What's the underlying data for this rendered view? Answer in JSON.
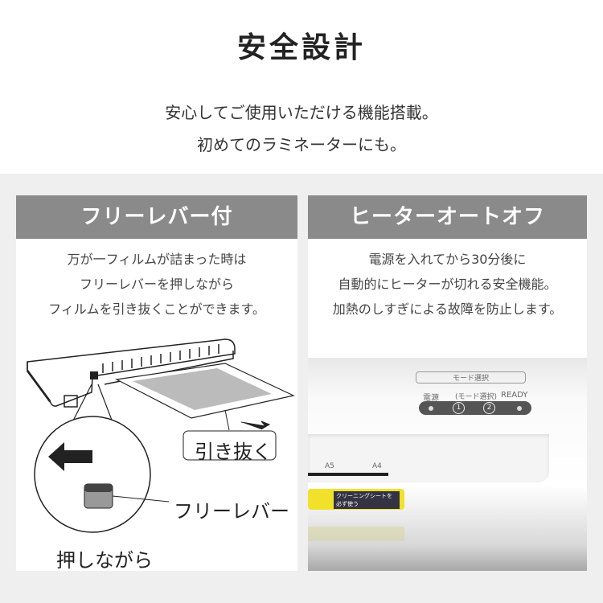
{
  "title": "安全設計",
  "subtitle": [
    "安心してご使用いただける機能搭載。",
    "初めてのラミネーターにも。"
  ],
  "cards": [
    {
      "header": "フリーレバー付",
      "lines": [
        "万が一フィルムが詰まった時は",
        "フリーレバーを押しながら",
        "フィルムを引き抜くことができます。"
      ],
      "illustration": {
        "pull_label": "引き抜く",
        "lever_label": "フリーレバー",
        "press_label": "押しながら"
      }
    },
    {
      "header": "ヒーターオートオフ",
      "lines": [
        "電源を入れてから30分後に",
        "自動的にヒーターが切れる安全機能。",
        "加熱のしすぎによる故障を防止します。"
      ],
      "photo": {
        "mode_box": "モード選択",
        "power": "電源",
        "mode_select": "(モード選択)",
        "ready": "READY",
        "btn1": "1",
        "btn2": "2",
        "a5": "A5",
        "a4": "A4",
        "warning": "クリーニングシートを必ず使う"
      }
    }
  ],
  "colors": {
    "header_bg": "#8a8a8a",
    "band_bg": "#efefef",
    "warning": "#f1e12a"
  }
}
